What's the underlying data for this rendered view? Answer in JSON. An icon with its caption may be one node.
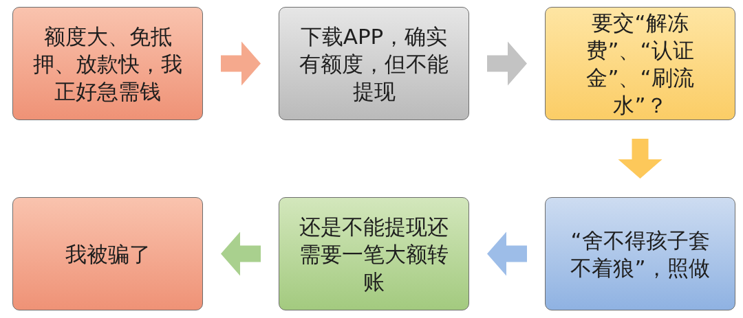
{
  "diagram": {
    "nodes": [
      {
        "text": [
          "额度大、免抵押、放款快，我正好急需钱"
        ]
      },
      {
        "text": [
          "下载APP，确实有额度，但不能提现"
        ]
      },
      {
        "text": [
          "要交“解冻费”、“认证金”、“刷流水”？"
        ]
      },
      {
        "text": [
          "“舍不得孩子套不着狼”，照做"
        ]
      },
      {
        "text": [
          "还是不能提现还需要一笔大额转账"
        ]
      },
      {
        "text": [
          "我被骗了"
        ]
      }
    ],
    "edges": [
      {
        "from": 0,
        "to": 1,
        "arrow": "to",
        "color": "#f5a98d"
      },
      {
        "from": 1,
        "to": 2,
        "arrow": "to",
        "color": "#c3c3c3"
      },
      {
        "from": 2,
        "to": 3,
        "arrow": "to",
        "color": "#fdc85a"
      },
      {
        "from": 3,
        "to": 4,
        "arrow": "to",
        "color": "#9dbde8"
      },
      {
        "from": 4,
        "to": 5,
        "arrow": "to",
        "color": "#a9d08e"
      }
    ]
  }
}
